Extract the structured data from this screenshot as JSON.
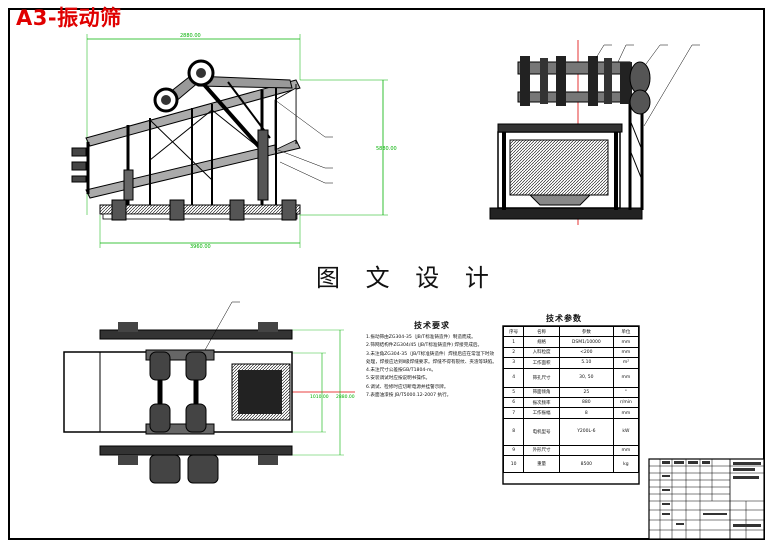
{
  "sheet": {
    "title": "A3-振动筛",
    "caption": "图 文 设 计"
  },
  "dimensions": {
    "front_top": "2880.00",
    "front_bottom": "3960.00",
    "front_height": "5880.00",
    "plan_inner": "1010.00",
    "plan_outer": "2880.00"
  },
  "notes": {
    "title": "技术要求",
    "lines": [
      "1.振动筛由ZG304-35（JB/T标准铸造件）制造而成。",
      "2.筛网结构件ZG304/45 (JB/T标准铸造件) 焊接完成后。",
      "3.未注角ZG304-35（JB/T标准铸造件）焊接后应在常温下时效处理，焊接应达到Ⅱ级焊缝要求。焊缝不得有裂纹、夹渣等缺陷。",
      "4.未注尺寸公差按GB/T1804-m。",
      "5.安装调试时应按说明书操作。",
      "6.调试、检修时应切断电源并挂警示牌。",
      "7.表面油漆按 JB/T5000.12-2007 执行。"
    ]
  },
  "spec_table": {
    "title": "技术参数",
    "header": [
      "序号",
      "名称",
      "参数",
      "单位"
    ],
    "rows": [
      [
        "1",
        "规格",
        "DSM1/10000",
        "mm"
      ],
      [
        "2",
        "入料粒度",
        "<200",
        "mm"
      ],
      [
        "3",
        "工作面积",
        "5.10",
        "m²"
      ],
      [
        "4",
        "筛孔尺寸",
        "30, 50",
        "mm"
      ],
      [
        "5",
        "筛面倾角",
        "25",
        "°"
      ],
      [
        "6",
        "振次频率",
        "880",
        "r/min"
      ],
      [
        "7",
        "工作振幅",
        "8",
        "mm"
      ],
      [
        "8",
        "电机型号",
        "Y200L-6",
        "kW"
      ],
      [
        "9",
        "外形尺寸",
        "",
        "mm"
      ],
      [
        "10",
        "重量",
        "8500",
        "kg"
      ]
    ]
  }
}
